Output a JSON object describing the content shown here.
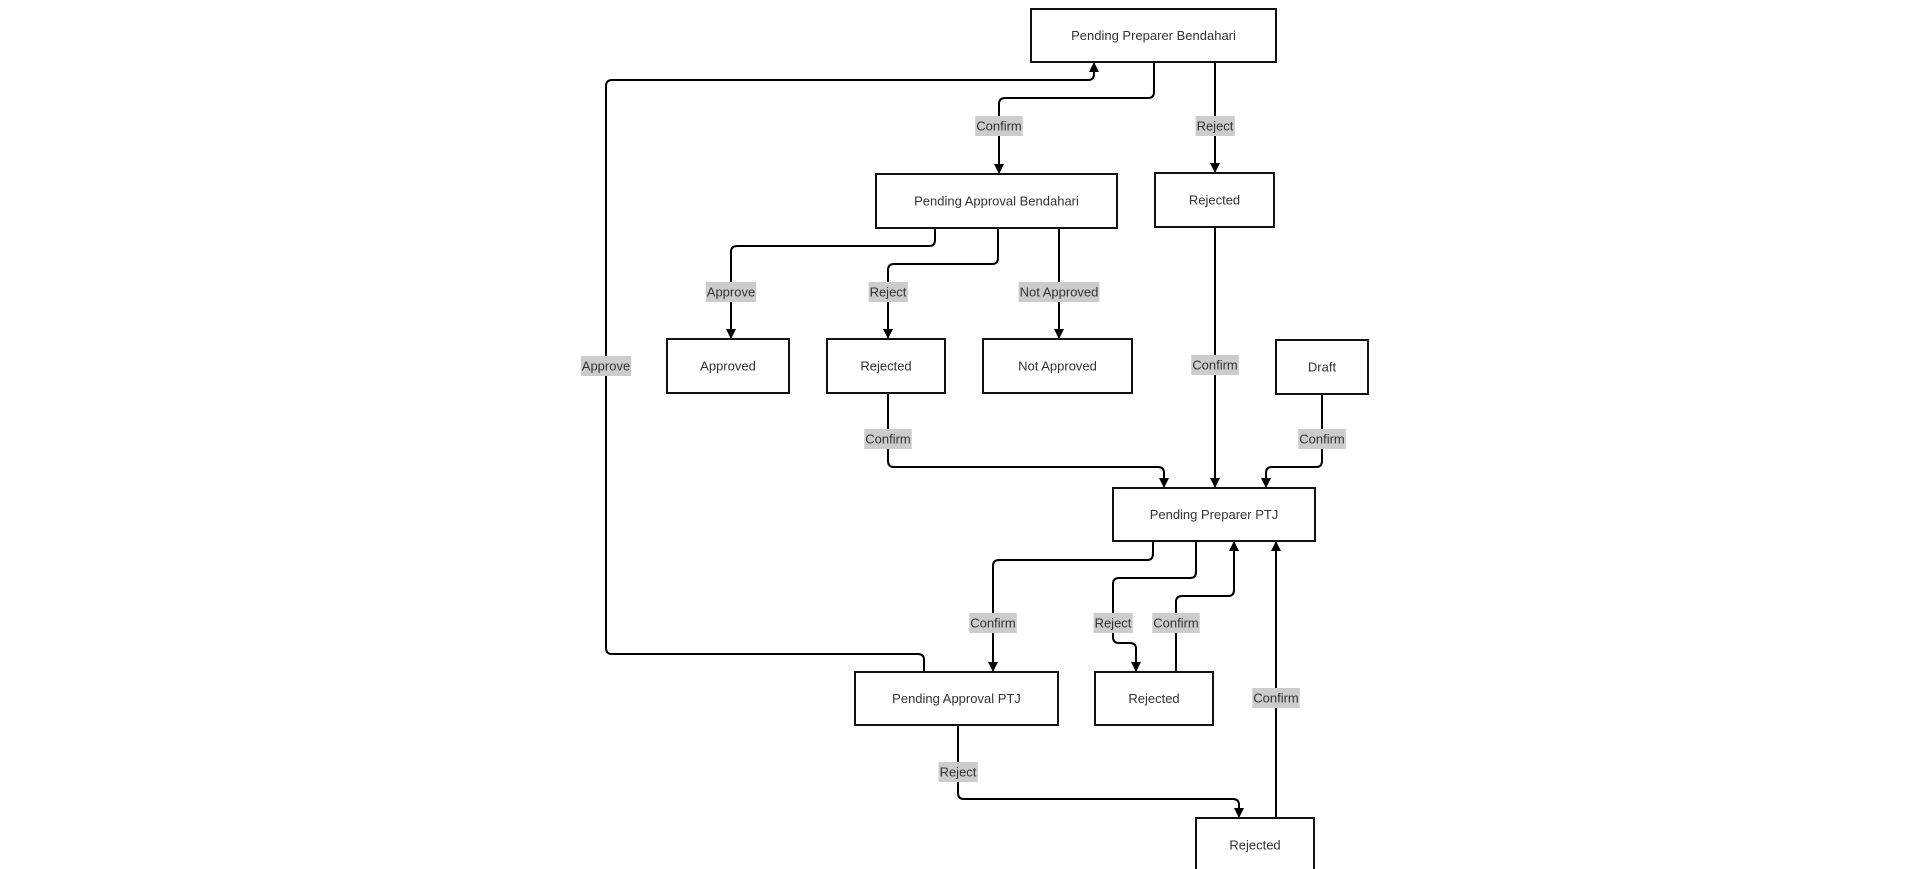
{
  "diagram": {
    "type": "state-flowchart",
    "nodes": [
      {
        "id": "ppb",
        "label": "Pending Preparer Bendahari"
      },
      {
        "id": "pab",
        "label": "Pending Approval Bendahari"
      },
      {
        "id": "rej1",
        "label": "Rejected"
      },
      {
        "id": "approved",
        "label": "Approved"
      },
      {
        "id": "rej2",
        "label": "Rejected"
      },
      {
        "id": "notapproved",
        "label": "Not Approved"
      },
      {
        "id": "draft",
        "label": "Draft"
      },
      {
        "id": "ppp",
        "label": "Pending Preparer PTJ"
      },
      {
        "id": "pap",
        "label": "Pending Approval PTJ"
      },
      {
        "id": "rej3",
        "label": "Rejected"
      },
      {
        "id": "rej4",
        "label": "Rejected"
      }
    ],
    "edges": [
      {
        "id": "e1",
        "from": "ppb",
        "to": "pab",
        "label": "Confirm"
      },
      {
        "id": "e2",
        "from": "ppb",
        "to": "rej1",
        "label": "Reject"
      },
      {
        "id": "e3",
        "from": "pab",
        "to": "approved",
        "label": "Approve"
      },
      {
        "id": "e4",
        "from": "pab",
        "to": "rej2",
        "label": "Reject"
      },
      {
        "id": "e5",
        "from": "pab",
        "to": "notapproved",
        "label": "Not Approved"
      },
      {
        "id": "e6",
        "from": "rej1",
        "to": "ppp",
        "label": "Confirm"
      },
      {
        "id": "e7",
        "from": "rej2",
        "to": "ppp",
        "label": "Confirm"
      },
      {
        "id": "e8",
        "from": "draft",
        "to": "ppp",
        "label": "Confirm"
      },
      {
        "id": "e9",
        "from": "ppp",
        "to": "pap",
        "label": "Confirm"
      },
      {
        "id": "e10",
        "from": "ppp",
        "to": "rej3",
        "label": "Reject"
      },
      {
        "id": "e11",
        "from": "rej3",
        "to": "ppp",
        "label": "Confirm"
      },
      {
        "id": "e12",
        "from": "pap",
        "to": "ppb",
        "label": "Approve"
      },
      {
        "id": "e13",
        "from": "pap",
        "to": "rej4",
        "label": "Reject"
      },
      {
        "id": "e14",
        "from": "rej4",
        "to": "ppp",
        "label": "Confirm"
      }
    ]
  }
}
